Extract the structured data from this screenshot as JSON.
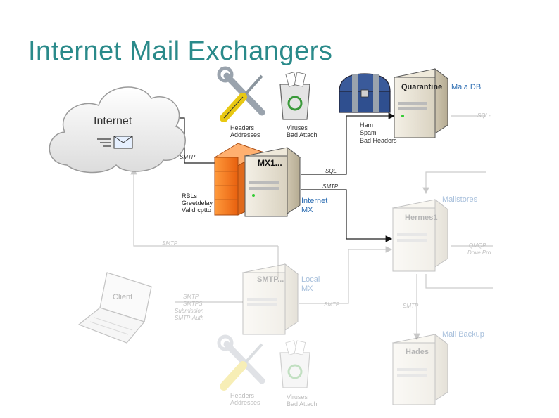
{
  "slide": {
    "title": "Internet Mail Exchangers"
  },
  "colors": {
    "title": "#2a8a8a",
    "accent_blue": "#2f6fb3",
    "faded": "#c8c8c8"
  },
  "nodes": {
    "internet": "Internet",
    "mx1": "MX1...",
    "mx1_role_line1": "Internet",
    "mx1_role_line2": "MX",
    "quarantine": "Quarantine",
    "maia_db": "Maia DB",
    "mailstores": "Mailstores",
    "hermes1": "Hermes1",
    "smtp_local": "SMTP...",
    "local_mx_line1": "Local",
    "local_mx_line2": "MX",
    "client": "Client",
    "mail_backup": "Mail Backup",
    "hades": "Hades"
  },
  "tools": {
    "headers_top_line1": "Headers",
    "headers_top_line2": "Addresses",
    "viruses_top_line1": "Viruses",
    "viruses_top_line2": "Bad Attach",
    "headers_bottom_line1": "Headers",
    "headers_bottom_line2": "Addresses",
    "viruses_bottom_line1": "Viruses",
    "viruses_bottom_line2": "Bad Attach"
  },
  "edge_labels": {
    "smtp_internet": "SMTP",
    "sql_mx": "SQL",
    "smtp_mx": "SMTP",
    "sql_maia": "SQL-",
    "smtp_back": "SMTP",
    "qmqp": "QMQP",
    "dove": "Dove Pro",
    "smtp_local_out": "SMTP",
    "smtp_hades": "SMTP"
  },
  "mx_checks": [
    "RBLs",
    "Greetdelay",
    "Validrcptto"
  ],
  "quarantine_items": [
    "Ham",
    "Spam",
    "Bad Headers"
  ],
  "client_protocols": [
    "SMTP",
    "SMTPS",
    "Submission",
    "SMTP-Auth"
  ],
  "icons": [
    "cloud-icon",
    "envelope-icon",
    "firewall-icon",
    "server-icon",
    "wrench-screwdriver-icon",
    "recycle-bin-icon",
    "treasure-chest-icon",
    "laptop-icon"
  ]
}
